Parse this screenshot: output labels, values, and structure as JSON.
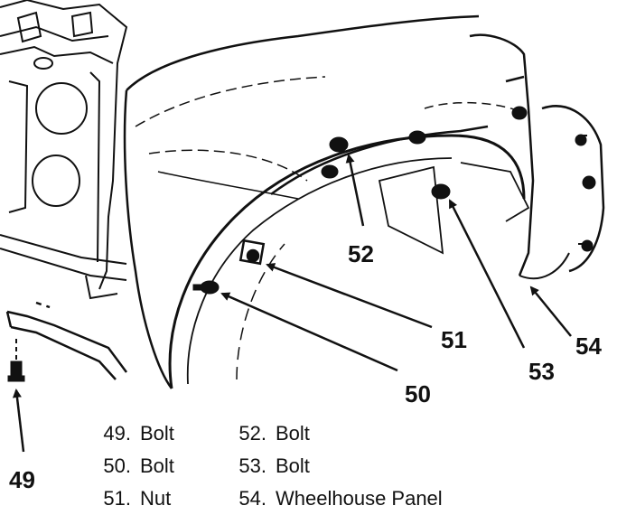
{
  "colors": {
    "ink": "#111111",
    "paper": "#ffffff"
  },
  "callouts": {
    "c49": "49",
    "c50": "50",
    "c51": "51",
    "c52": "52",
    "c53": "53",
    "c54": "54"
  },
  "legend": {
    "left": [
      {
        "num": "49.",
        "name": "Bolt"
      },
      {
        "num": "50.",
        "name": "Bolt"
      },
      {
        "num": "51.",
        "name": "Nut"
      }
    ],
    "right": [
      {
        "num": "52.",
        "name": "Bolt"
      },
      {
        "num": "53.",
        "name": "Bolt"
      },
      {
        "num": "54.",
        "name": "Wheelhouse Panel"
      }
    ]
  }
}
